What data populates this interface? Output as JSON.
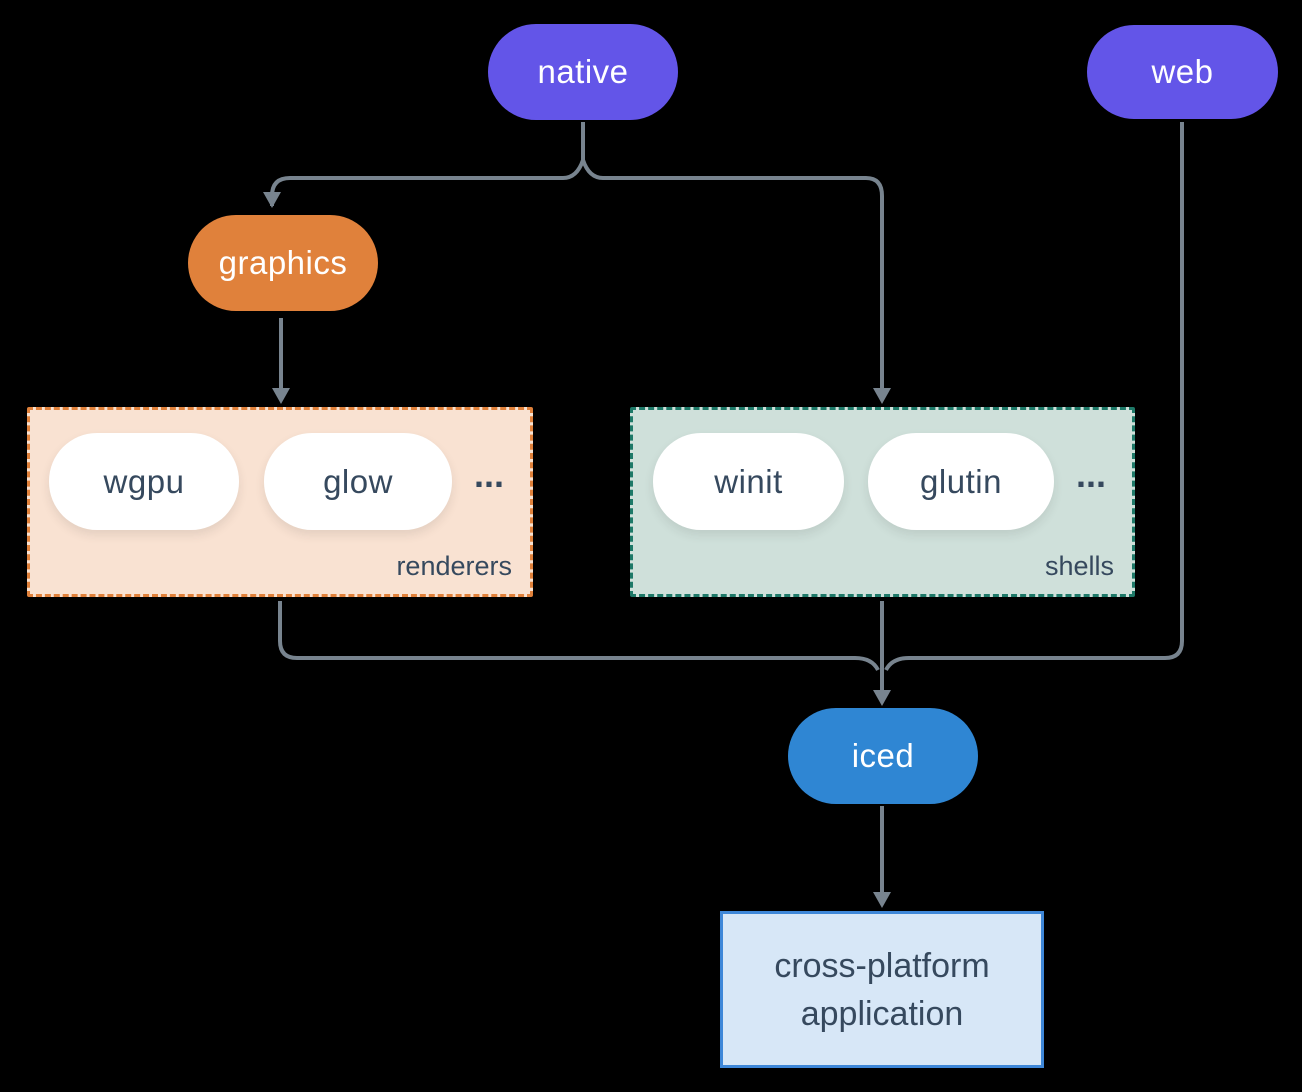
{
  "diagram": {
    "background": "#000000",
    "connector_color": "#78848f",
    "nodes": {
      "native": {
        "label": "native",
        "color": "#6355e8"
      },
      "web": {
        "label": "web",
        "color": "#6355e8"
      },
      "graphics": {
        "label": "graphics",
        "color": "#e0813b"
      },
      "iced": {
        "label": "iced",
        "color": "#2f86d3"
      }
    },
    "groups": {
      "renderers": {
        "label": "renderers",
        "ellipsis": "...",
        "bg": "#f9e2d2",
        "border": "#e0813b",
        "items": [
          {
            "label": "wgpu"
          },
          {
            "label": "glow"
          }
        ]
      },
      "shells": {
        "label": "shells",
        "ellipsis": "...",
        "bg": "#cfe0da",
        "border": "#1e7968",
        "items": [
          {
            "label": "winit"
          },
          {
            "label": "glutin"
          }
        ]
      }
    },
    "application": {
      "line1": "cross-platform",
      "line2": "application",
      "bg": "#d7e7f7",
      "border": "#3e87d8",
      "text_color": "#36495e"
    }
  }
}
